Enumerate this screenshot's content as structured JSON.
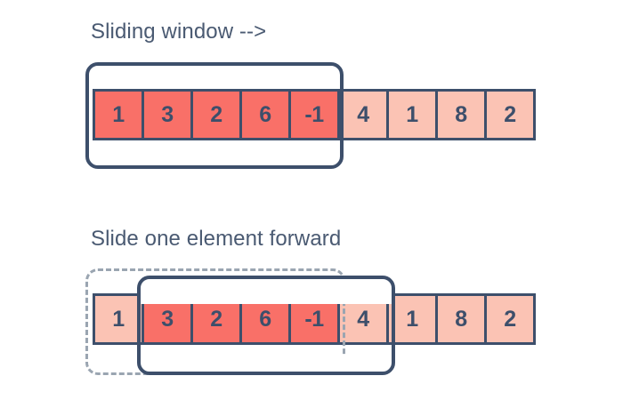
{
  "panels": [
    {
      "title": "Sliding window -->",
      "array": [
        {
          "value": "1",
          "highlighted": true
        },
        {
          "value": "3",
          "highlighted": true
        },
        {
          "value": "2",
          "highlighted": true
        },
        {
          "value": "6",
          "highlighted": true
        },
        {
          "value": "-1",
          "highlighted": true
        },
        {
          "value": "4",
          "highlighted": false
        },
        {
          "value": "1",
          "highlighted": false
        },
        {
          "value": "8",
          "highlighted": false
        },
        {
          "value": "2",
          "highlighted": false
        }
      ],
      "window": {
        "start_index": 0,
        "end_index": 4,
        "style": "solid"
      }
    },
    {
      "title": "Slide one element forward",
      "array": [
        {
          "value": "1",
          "highlighted": false
        },
        {
          "value": "3",
          "highlighted": true
        },
        {
          "value": "2",
          "highlighted": true
        },
        {
          "value": "6",
          "highlighted": true
        },
        {
          "value": "-1",
          "highlighted": true
        },
        {
          "value": "4",
          "highlighted": false
        },
        {
          "value": "1",
          "highlighted": false
        },
        {
          "value": "8",
          "highlighted": false
        },
        {
          "value": "2",
          "highlighted": false
        }
      ],
      "window": {
        "start_index": 1,
        "end_index": 5,
        "style": "solid"
      },
      "previous_window": {
        "start_index": 0,
        "end_index": 4,
        "style": "dashed"
      }
    }
  ],
  "colors": {
    "background": "#ffffff",
    "cell_border": "#3D4F6B",
    "cell_highlight": "#F97068",
    "cell_default": "#FBC3B4",
    "title_text": "#4A5A72",
    "window_solid": "#3D4F6B",
    "window_dashed": "#9AA5B1",
    "value_text": "#3D4F6B"
  }
}
